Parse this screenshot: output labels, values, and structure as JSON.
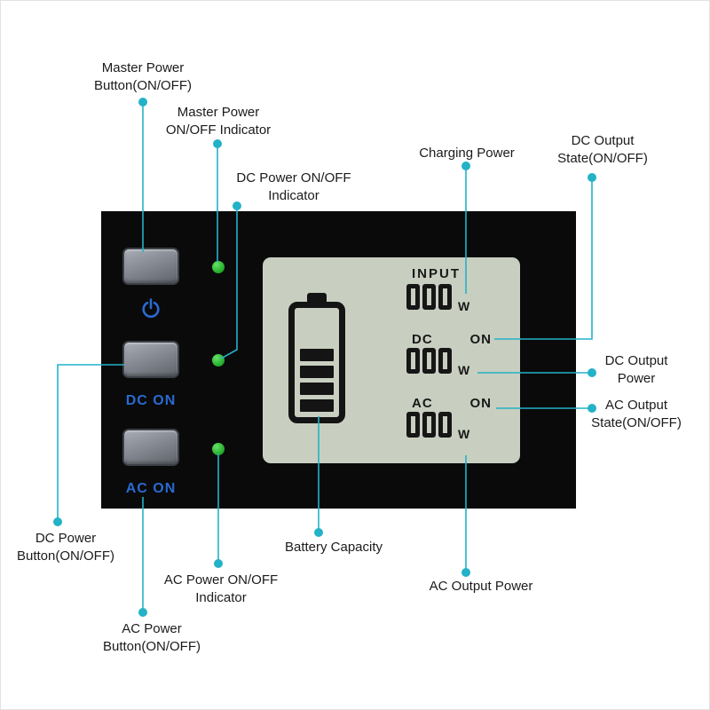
{
  "annotations": {
    "master_power_button": "Master Power\nButton(ON/OFF)",
    "master_power_indicator": "Master Power\nON/OFF Indicator",
    "dc_power_indicator": "DC Power ON/OFF\nIndicator",
    "charging_power": "Charging Power",
    "dc_output_state": "DC Output\nState(ON/OFF)",
    "dc_output_power": "DC Output\nPower",
    "ac_output_state": "AC Output\nState(ON/OFF)",
    "dc_power_button": "DC Power\nButton(ON/OFF)",
    "battery_capacity": "Battery Capacity",
    "ac_power_indicator": "AC Power ON/OFF\nIndicator",
    "ac_power_button": "AC Power\nButton(ON/OFF)",
    "ac_output_power": "AC Output Power"
  },
  "device": {
    "dc_button_label": "DC ON",
    "ac_button_label": "AC ON",
    "lcd": {
      "input_label": "INPUT",
      "input_value": "000",
      "input_unit": "W",
      "dc_label": "DC",
      "dc_state": "ON",
      "dc_value": "000",
      "dc_unit": "W",
      "ac_label": "AC",
      "ac_state": "ON",
      "ac_value": "000",
      "ac_unit": "W",
      "battery_bars": 4
    }
  },
  "colors": {
    "annotation_line": "#23b2c8",
    "indicator_green": "#2bbb31",
    "panel_black": "#0a0a0b",
    "lcd_background": "#c9cfc0",
    "button_text_blue": "#2a6ad0"
  }
}
